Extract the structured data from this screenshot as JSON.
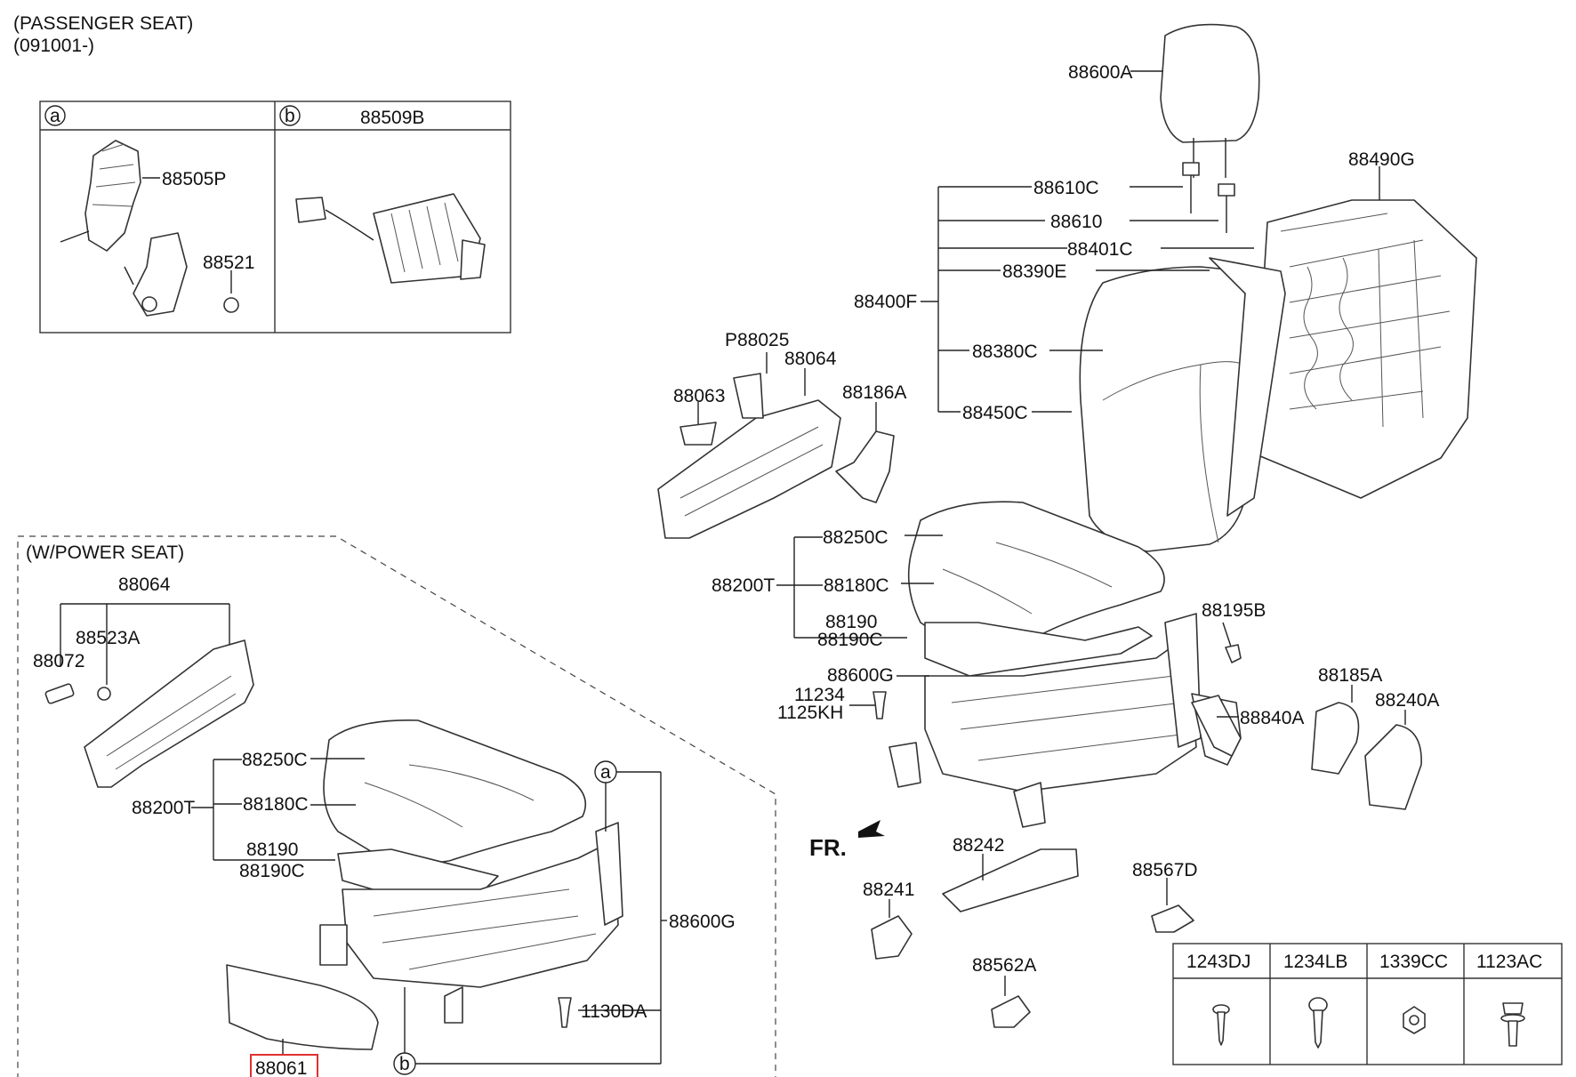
{
  "header": {
    "title": "(PASSENGER SEAT)",
    "date_range": "(091001-)"
  },
  "inset_table": {
    "col_a_marker": "a",
    "col_b_marker": "b",
    "col_b_title": "88509B",
    "part_a1": "88505P",
    "part_a2": "88521"
  },
  "power_seat": {
    "title": "(W/POWER SEAT)",
    "labels": {
      "p88064": "88064",
      "p88523A": "88523A",
      "p88072": "88072",
      "p88250C": "88250C",
      "p88200T": "88200T",
      "p88180C": "88180C",
      "p88190": "88190",
      "p88190C": "88190C",
      "p88600G": "88600G",
      "p1130DA": "1130DA",
      "p88061": "88061",
      "marker_a": "a",
      "marker_b": "b"
    }
  },
  "main": {
    "labels": {
      "p88600A": "88600A",
      "p88490G": "88490G",
      "p88610C": "88610C",
      "p88610": "88610",
      "p88401C": "88401C",
      "p88390E": "88390E",
      "p88400F": "88400F",
      "p88380C": "88380C",
      "p88450C": "88450C",
      "pP88025": "P88025",
      "p88064": "88064",
      "p88063": "88063",
      "p88186A": "88186A",
      "p88250C": "88250C",
      "p88200T": "88200T",
      "p88180C": "88180C",
      "p88190": "88190",
      "p88190C": "88190C",
      "p88195B": "88195B",
      "p88600G": "88600G",
      "p11234": "11234",
      "p1125KH": "1125KH",
      "p88840A": "88840A",
      "p88185A": "88185A",
      "p88240A": "88240A",
      "fr": "FR.",
      "p88242": "88242",
      "p88241": "88241",
      "p88567D": "88567D",
      "p88562A": "88562A"
    }
  },
  "fastener_table": {
    "headers": [
      "1243DJ",
      "1234LB",
      "1339CC",
      "1123AC"
    ]
  },
  "highlight": {
    "part": "88061",
    "color": "#e03030"
  }
}
